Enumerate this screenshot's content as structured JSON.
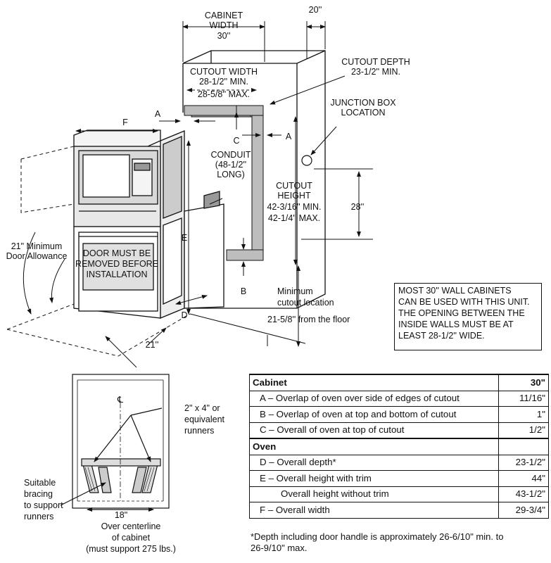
{
  "labels": {
    "cabinet_width": [
      "CABINET",
      "WIDTH",
      "30''"
    ],
    "top_gap": "20''",
    "cutout_width": [
      "CUTOUT WIDTH",
      "28-1/2'' MIN.",
      "28-5/8'' MAX."
    ],
    "cutout_depth": [
      "CUTOUT DEPTH",
      "23-1/2'' MIN."
    ],
    "junction_box": [
      "JUNCTION BOX",
      "LOCATION"
    ],
    "dim_F": "F",
    "dim_A1": "A",
    "dim_A2": "A",
    "dim_C": "C",
    "dim_E": "E",
    "dim_B": "B",
    "dim_D": "D",
    "conduit": [
      "CONDUIT",
      "(48-1/2''",
      "LONG)"
    ],
    "cutout_height": [
      "CUTOUT",
      "HEIGHT",
      "42-3/16'' MIN.",
      "42-1/4'' MAX."
    ],
    "height_28": "28''",
    "door_allowance": [
      "21\" Minimum",
      "Door Allowance"
    ],
    "door_removed": [
      "DOOR MUST BE",
      "REMOVED BEFORE",
      "INSTALLATION"
    ],
    "min_cutout": [
      "Minimum",
      "cutout location",
      "21-5/8'' from the floor"
    ],
    "depth_21": "21''",
    "runners": [
      "2\" x 4\" or",
      "equivalent",
      "runners"
    ],
    "bracing": [
      "Suitable",
      "bracing",
      "to support",
      "runners"
    ],
    "centerline": [
      "18\"",
      "Over centerline",
      "of cabinet",
      "(must support 275 lbs.)"
    ],
    "centerline_symbol": "℄"
  },
  "note_box": [
    "MOST 30'' WALL CABINETS",
    "CAN BE USED WITH THIS UNIT.",
    "THE OPENING BETWEEN THE",
    "INSIDE WALLS MUST BE AT",
    "LEAST 28-1/2'' WIDE."
  ],
  "spec_table": {
    "rows": [
      {
        "label": "Cabinet",
        "value": "30\"",
        "kind": "head"
      },
      {
        "label": "A – Overlap of oven over side of edges of cutout",
        "value": "11/16\"",
        "kind": "sub"
      },
      {
        "label": "B – Overlap of oven at top and bottom of cutout",
        "value": "1\"",
        "kind": "sub"
      },
      {
        "label": "C – Overall of oven at top of cutout",
        "value": "1/2\"",
        "kind": "sub"
      },
      {
        "label": "Oven",
        "value": "",
        "kind": "head"
      },
      {
        "label": "D – Overall depth*",
        "value": "23-1/2\"",
        "kind": "sub"
      },
      {
        "label": "E – Overall height with trim",
        "value": "44\"",
        "kind": "sub"
      },
      {
        "label": "Overall height without trim",
        "value": "43-1/2\"",
        "kind": "sub2"
      },
      {
        "label": "F – Overall width",
        "value": "29-3/4\"",
        "kind": "sub"
      }
    ]
  },
  "footnote": [
    "*Depth including door handle is approximately 26-6/10\" min. to",
    "26-9/10\" max."
  ]
}
